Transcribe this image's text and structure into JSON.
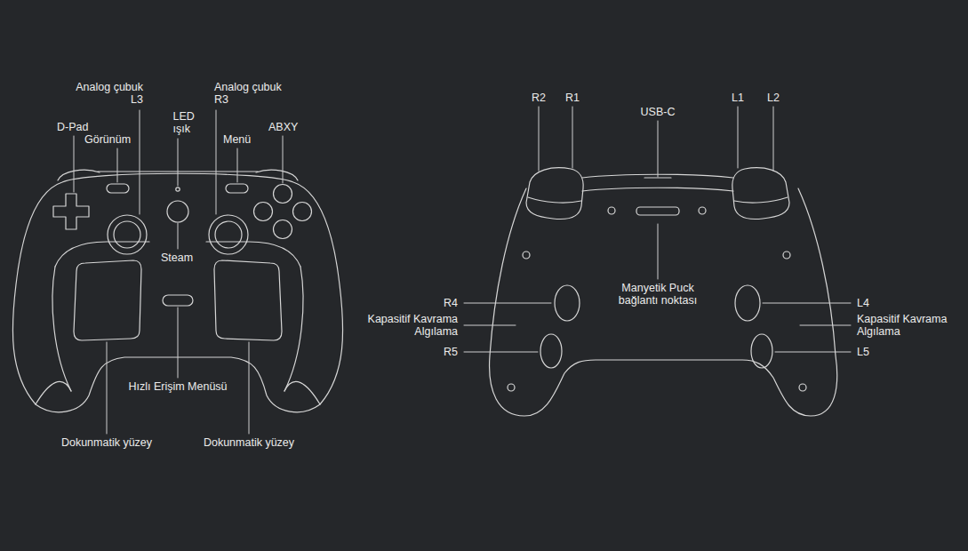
{
  "diagram": {
    "labels": [
      "Analog çubuk L3",
      "Analog çubuk R3",
      "LED ışık",
      "D-Pad",
      "Görünüm",
      "Menü",
      "ABXY",
      "Steam",
      "Hızlı Erişim Menüsü",
      "Dokunmatik yüzey",
      "Dokunmatik yüzey",
      "R2",
      "R1",
      "USB-C",
      "L1",
      "L2",
      "Manyetik Puck bağlantı noktası",
      "R4",
      "Kapasitif Kavrama Algılama",
      "R5",
      "L4",
      "Kapasitif Kavrama Algılama",
      "L5"
    ]
  }
}
